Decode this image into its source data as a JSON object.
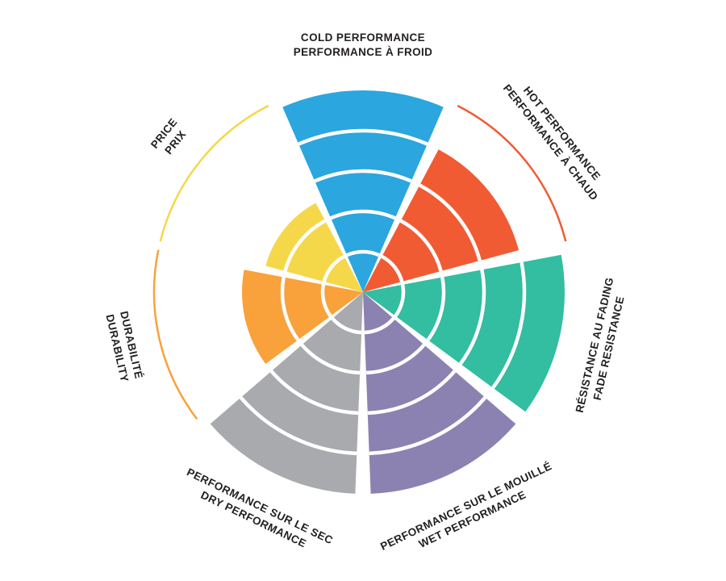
{
  "chart_data": {
    "type": "radial-bar",
    "title": "",
    "max": 5,
    "rings": 5,
    "ylim": [
      0,
      5
    ],
    "grid": "white ring dividers inside filled wedges",
    "legend": "none",
    "center": {
      "x": 450,
      "y": 362
    },
    "radius": 250,
    "gap_degrees": 4.4,
    "label_offset": 55,
    "categories": [
      "COLD PERFORMANCE / PERFORMANCE À FROID",
      "HOT PERFORMANCE / PERFORMANCE À CHAUD",
      "RÉSISTANCE AU FADING / FADE RESISTANCE",
      "PERFORMANCE SUR LE MOUILLÉ / WET PERFORMANCE",
      "PERFORMANCE SUR LE SEC / DRY PERFORMANCE",
      "DURABILITÉ / DURABILITY",
      "PRICE / PRIX"
    ],
    "values": [
      5,
      4,
      5,
      5,
      5,
      3,
      2.5
    ],
    "segments": [
      {
        "id": "cold-performance",
        "lines": [
          "COLD PERFORMANCE",
          "PERFORMANCE À FROID"
        ],
        "value": 5,
        "color": "#2BA6DE"
      },
      {
        "id": "hot-performance",
        "lines": [
          "HOT PERFORMANCE",
          "PERFORMANCE À CHAUD"
        ],
        "value": 4,
        "color": "#F15B33"
      },
      {
        "id": "fade-resistance",
        "lines": [
          "RÉSISTANCE AU FADING",
          "FADE RESISTANCE"
        ],
        "value": 5,
        "color": "#33BDA1"
      },
      {
        "id": "wet-performance",
        "lines": [
          "PERFORMANCE SUR LE MOUILLÉ",
          "WET PERFORMANCE"
        ],
        "value": 5,
        "color": "#8C82B1"
      },
      {
        "id": "dry-performance",
        "lines": [
          "PERFORMANCE SUR LE SEC",
          "DRY PERFORMANCE"
        ],
        "value": 5,
        "color": "#A8AAAD"
      },
      {
        "id": "durability",
        "lines": [
          "DURABILITÉ",
          "DURABILITY"
        ],
        "value": 3,
        "color": "#F9A13B"
      },
      {
        "id": "price",
        "lines": [
          "PRICE",
          "PRIX"
        ],
        "value": 2.5,
        "color": "#F5D74A"
      }
    ],
    "colors": {
      "divider": "#ffffff",
      "label_text": "#231f20",
      "background": "#ffffff"
    }
  }
}
